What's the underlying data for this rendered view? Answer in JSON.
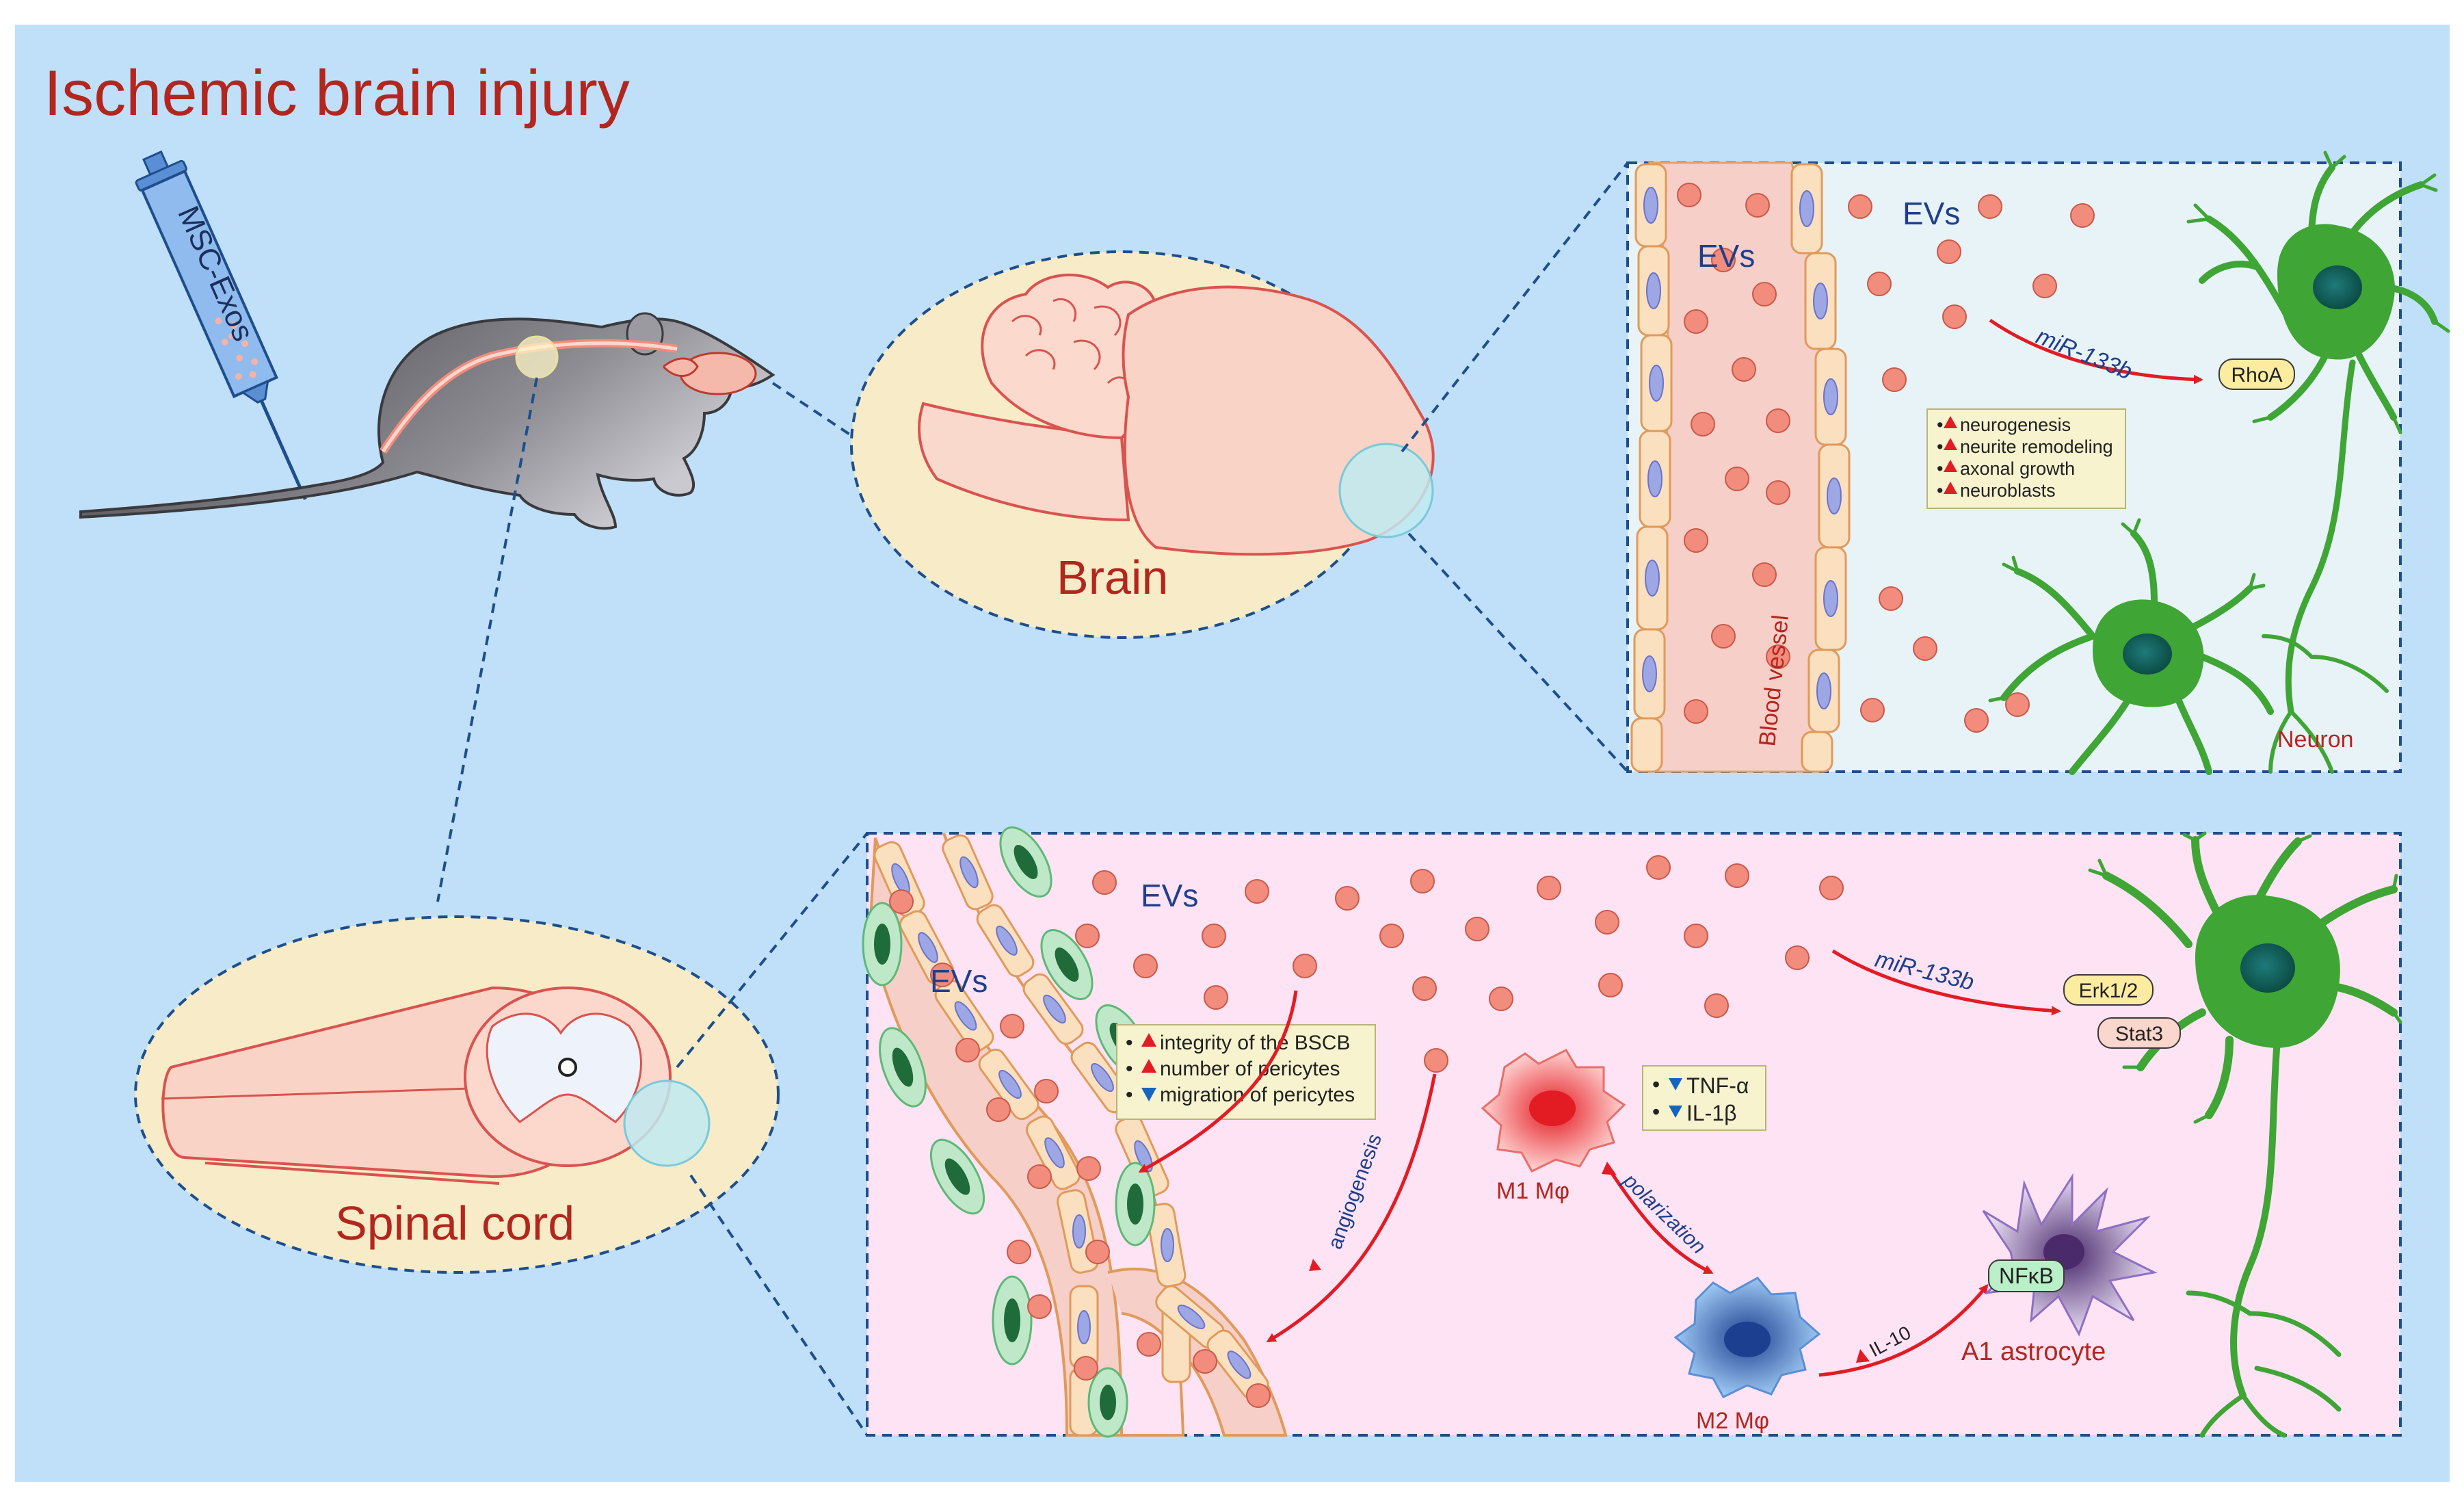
{
  "title": "Ischemic brain injury",
  "syringe_label": "MSC-Exos",
  "brain_label": "Brain",
  "spinal_label": "Spinal cord",
  "brain_panel": {
    "evs_vessel": "EVs",
    "evs_tissue": "EVs",
    "blood_vessel": "Blood vessel",
    "mirna": "miR-133b",
    "target": "RhoA",
    "neuron": "Neuron",
    "effects": [
      "neurogenesis",
      "neurite remodeling",
      "axonal growth",
      "neuroblasts"
    ]
  },
  "spinal_panel": {
    "evs_vessel": "EVs",
    "evs_tissue": "EVs",
    "mirna": "miR-133b",
    "erk": "Erk1/2",
    "stat": "Stat3",
    "effects": [
      "integrity of the BSCB",
      "number of pericytes",
      "migration of pericytes"
    ],
    "effect_dirs": [
      "up",
      "up",
      "down"
    ],
    "angiogenesis": "angiogenesis",
    "m1": "M1 Mφ",
    "m2": "M2 Mφ",
    "polarization": "polarization",
    "cytokines": [
      "TNF-α",
      "IL-1β"
    ],
    "il10": "IL-10",
    "nfkb": "NFκB",
    "astrocyte": "A1 astrocyte"
  },
  "colors": {
    "background": "#bfe0f8",
    "title": "#b3261e",
    "brain_panel_bg": "#e8f3f8",
    "spinal_panel_bg": "#fde3f4",
    "ellipse_fill": "#f8ecc8",
    "dashed": "#1f4e8c",
    "ev_dot": "#f28c7c",
    "arrow": "#e31b23",
    "neuron": "#3fa535",
    "up": "#e31b23",
    "down": "#1565c0"
  }
}
